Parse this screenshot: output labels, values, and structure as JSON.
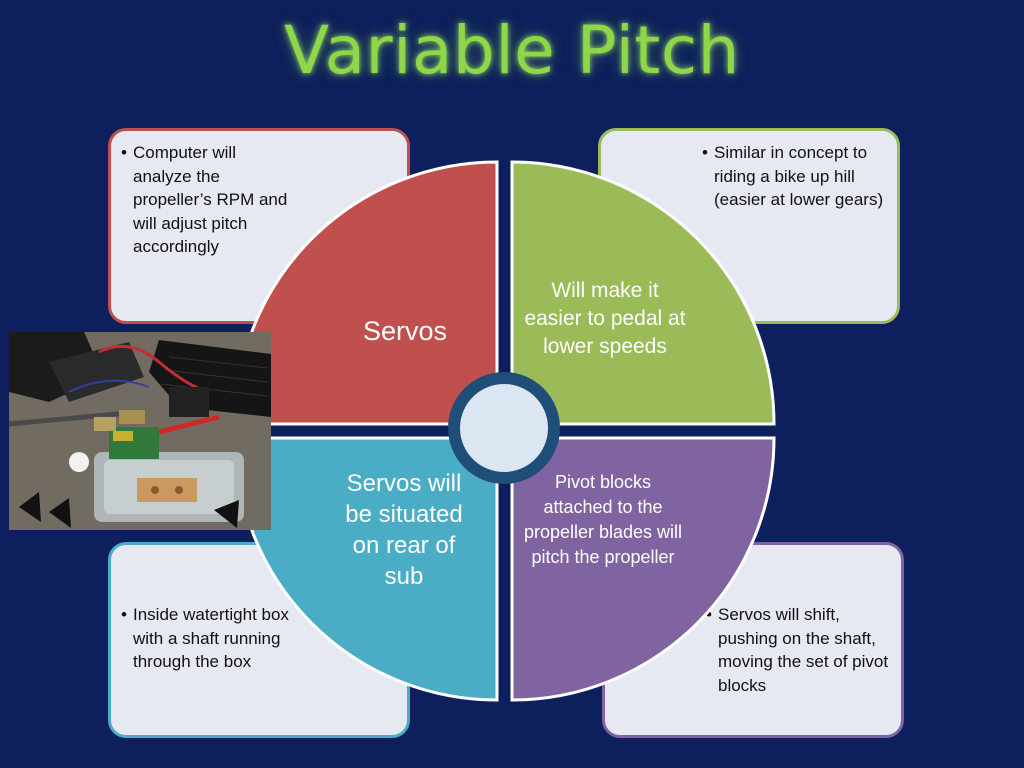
{
  "title": "Variable Pitch",
  "colors": {
    "background": "#0d1f5c",
    "title": "#8ed848",
    "red": "#c0504d",
    "green": "#9bbb59",
    "blue": "#4bacc6",
    "purple": "#8064a2",
    "box_fill": "#e6e9f1",
    "center_ring": "#1f4e79",
    "center_fill": "#dce6f2"
  },
  "quadrants": {
    "top_left": {
      "label": "Servos"
    },
    "top_right": {
      "label": "Will make it easier to pedal at lower speeds"
    },
    "bottom_left": {
      "label": "Servos will be situated on rear of sub"
    },
    "bottom_right": {
      "label": "Pivot blocks attached to the propeller blades will pitch the propeller"
    }
  },
  "boxes": {
    "top_left": {
      "bullet": "•",
      "text": "Computer will analyze the propeller’s RPM and will adjust pitch accordingly"
    },
    "top_right": {
      "bullet": "•",
      "text": "Similar in concept to riding a bike up hill (easier at lower gears)"
    },
    "bottom_left": {
      "bullet": "•",
      "text": "Inside watertight box with a shaft running through the box"
    },
    "bottom_right": {
      "bullet": "•",
      "text": "Servos will shift, pushing on the shaft, moving the set of pivot blocks"
    }
  },
  "photo": {
    "icon": "servo-prototype-photo"
  }
}
